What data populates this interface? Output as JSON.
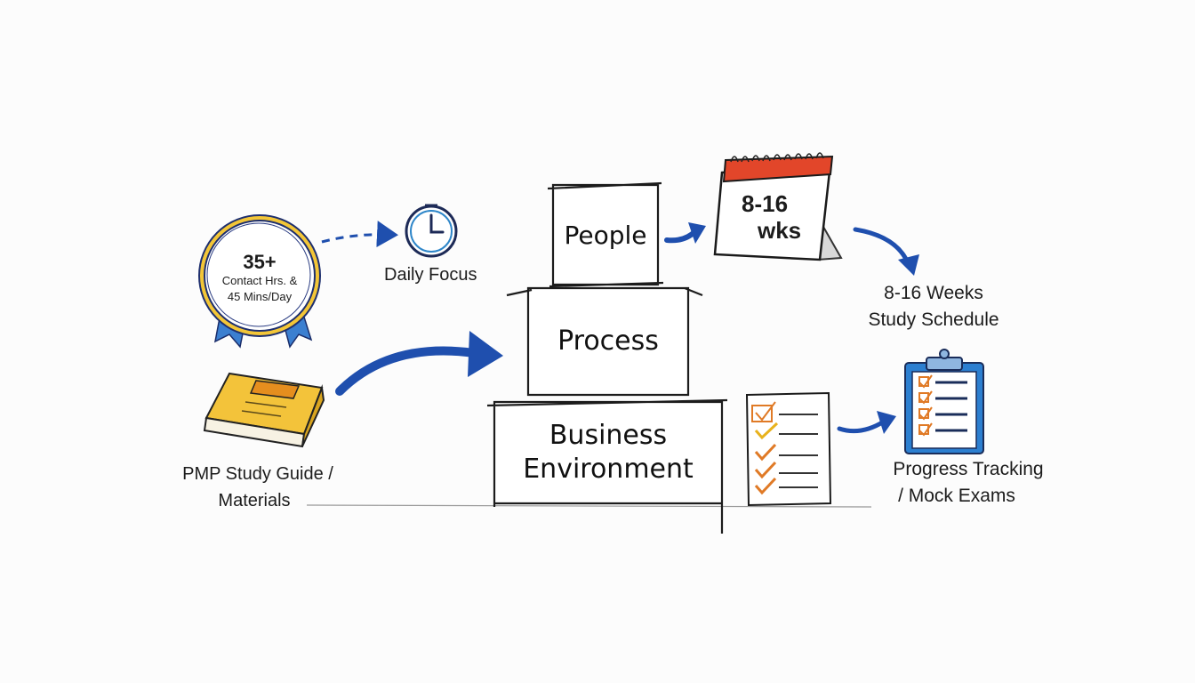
{
  "badge": {
    "number": "35+",
    "line1": "Contact Hrs. &",
    "line2": "45 Mins/Day"
  },
  "daily_focus": {
    "label": "Daily Focus",
    "icon": "clock-icon"
  },
  "study_guide": {
    "line1": "PMP Study Guide /",
    "line2": "Materials",
    "icon": "book-icon"
  },
  "pyramid": {
    "top": "People",
    "middle": "Process",
    "bottom_line1": "Business",
    "bottom_line2": "Environment"
  },
  "calendar": {
    "line1": "8-16",
    "line2": "wks",
    "icon": "calendar-icon"
  },
  "schedule": {
    "line1": "8-16 Weeks",
    "line2": "Study Schedule"
  },
  "tracking": {
    "line1": "Progress Tracking",
    "line2": "/ Mock Exams",
    "icon": "clipboard-checklist-icon"
  },
  "colors": {
    "accent_blue": "#1f4fae",
    "gold": "#e8b21c",
    "calendar_red": "#e2462a",
    "check_orange": "#e07a26",
    "clipboard_blue": "#2c7fd0"
  }
}
